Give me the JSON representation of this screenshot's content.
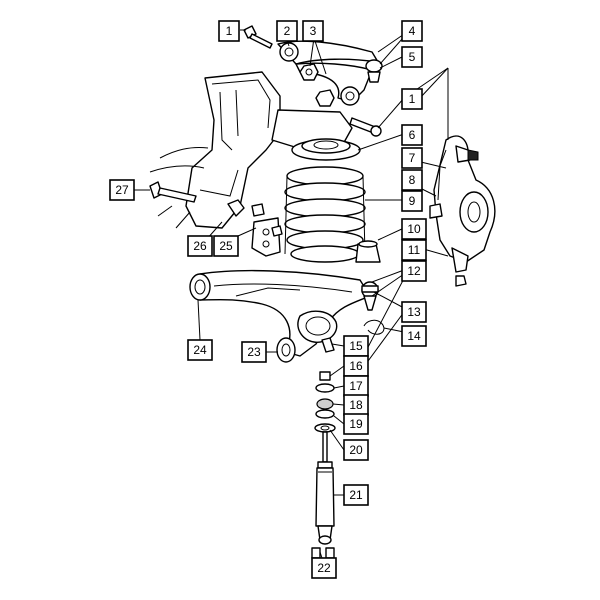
{
  "diagram": {
    "labels": [
      {
        "id": "1a",
        "text": "1"
      },
      {
        "id": "2",
        "text": "2"
      },
      {
        "id": "3",
        "text": "3"
      },
      {
        "id": "4",
        "text": "4"
      },
      {
        "id": "5",
        "text": "5"
      },
      {
        "id": "1b",
        "text": "1"
      },
      {
        "id": "6",
        "text": "6"
      },
      {
        "id": "7",
        "text": "7"
      },
      {
        "id": "8",
        "text": "8"
      },
      {
        "id": "9",
        "text": "9"
      },
      {
        "id": "10",
        "text": "10"
      },
      {
        "id": "11",
        "text": "11"
      },
      {
        "id": "12",
        "text": "12"
      },
      {
        "id": "13",
        "text": "13"
      },
      {
        "id": "14",
        "text": "14"
      },
      {
        "id": "15",
        "text": "15"
      },
      {
        "id": "16",
        "text": "16"
      },
      {
        "id": "17",
        "text": "17"
      },
      {
        "id": "18",
        "text": "18"
      },
      {
        "id": "19",
        "text": "19"
      },
      {
        "id": "20",
        "text": "20"
      },
      {
        "id": "21",
        "text": "21"
      },
      {
        "id": "22",
        "text": "22"
      },
      {
        "id": "23",
        "text": "23"
      },
      {
        "id": "24",
        "text": "24"
      },
      {
        "id": "25",
        "text": "25"
      },
      {
        "id": "26",
        "text": "26"
      },
      {
        "id": "27",
        "text": "27"
      }
    ]
  }
}
